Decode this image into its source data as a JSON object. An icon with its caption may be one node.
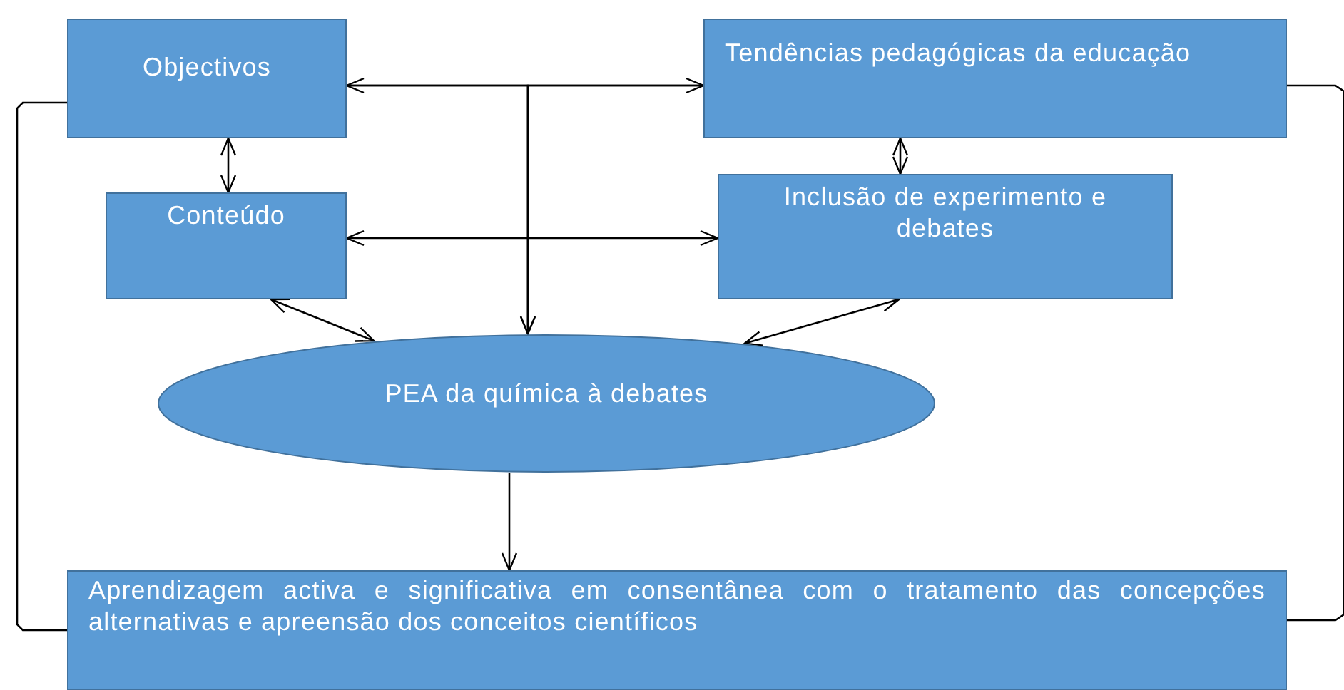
{
  "diagram": {
    "nodes": [
      {
        "text": [
          "Objectivos"
        ]
      },
      {
        "text": [
          "Tendências pedagógicas da educação"
        ]
      },
      {
        "text": [
          "Conteúdo"
        ]
      },
      {
        "text": [
          "Inclusão de experimento e debates"
        ]
      },
      {
        "text": [
          "PEA da química à debates"
        ]
      },
      {
        "text": [
          "Aprendizagem activa e significativa em consentânea com o tratamento das concepções alternativas e apreensão dos conceitos científicos"
        ]
      }
    ],
    "edges": [
      {
        "from": 0,
        "to": 1,
        "arrow": "both"
      },
      {
        "from": 0,
        "to": 4,
        "arrow": "to"
      },
      {
        "from": 1,
        "to": 4,
        "arrow": "to"
      },
      {
        "from": 0,
        "to": 2,
        "arrow": "both"
      },
      {
        "from": 1,
        "to": 3,
        "arrow": "both"
      },
      {
        "from": 2,
        "to": 3,
        "arrow": "both"
      },
      {
        "from": 2,
        "to": 4,
        "arrow": "both"
      },
      {
        "from": 3,
        "to": 4,
        "arrow": "both"
      },
      {
        "from": 4,
        "to": 5,
        "arrow": "to"
      },
      {
        "from": 0,
        "to": 5,
        "arrow": "none"
      },
      {
        "from": 1,
        "to": 5,
        "arrow": "none"
      }
    ]
  }
}
